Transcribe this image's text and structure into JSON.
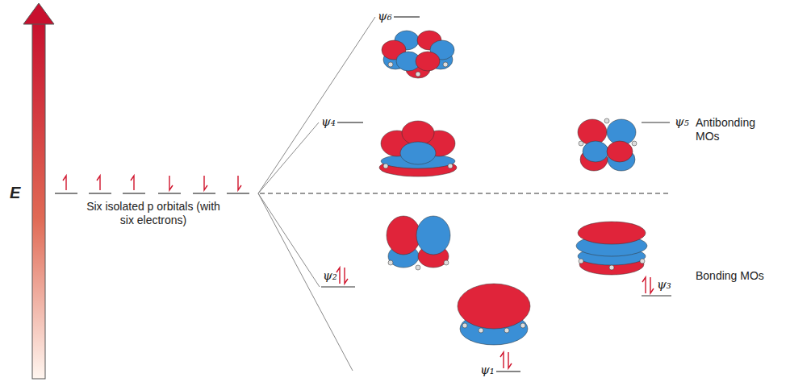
{
  "diagram": {
    "labels": [
      "E",
      "Six isolated p orbitals (with six electrons)",
      "ψ₆",
      "ψ₄",
      "ψ₅",
      "Antibonding MOs",
      "ψ₂",
      "ψ₃",
      "Bonding MOs",
      "ψ₁"
    ]
  }
}
